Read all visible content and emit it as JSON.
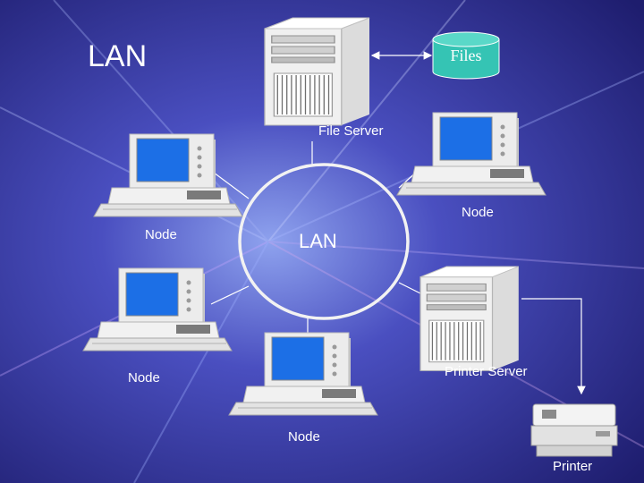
{
  "title": "LAN",
  "center_label": "LAN",
  "database_label": "Files",
  "devices": {
    "file_server": "File Server",
    "node_top_right": "Node",
    "node_left_top": "Node",
    "node_left_bottom": "Node",
    "node_bottom": "Node",
    "printer_server": "Printer Server",
    "printer": "Printer"
  },
  "colors": {
    "background_dark": "#1e1d6e",
    "background_mid": "#4a4fc0",
    "background_light": "#8ea2ee",
    "ring": "#f2f2f2",
    "database_fill": "#35c4b4",
    "screen": "#1c6fe6",
    "device_body": "#e9e9e9"
  }
}
